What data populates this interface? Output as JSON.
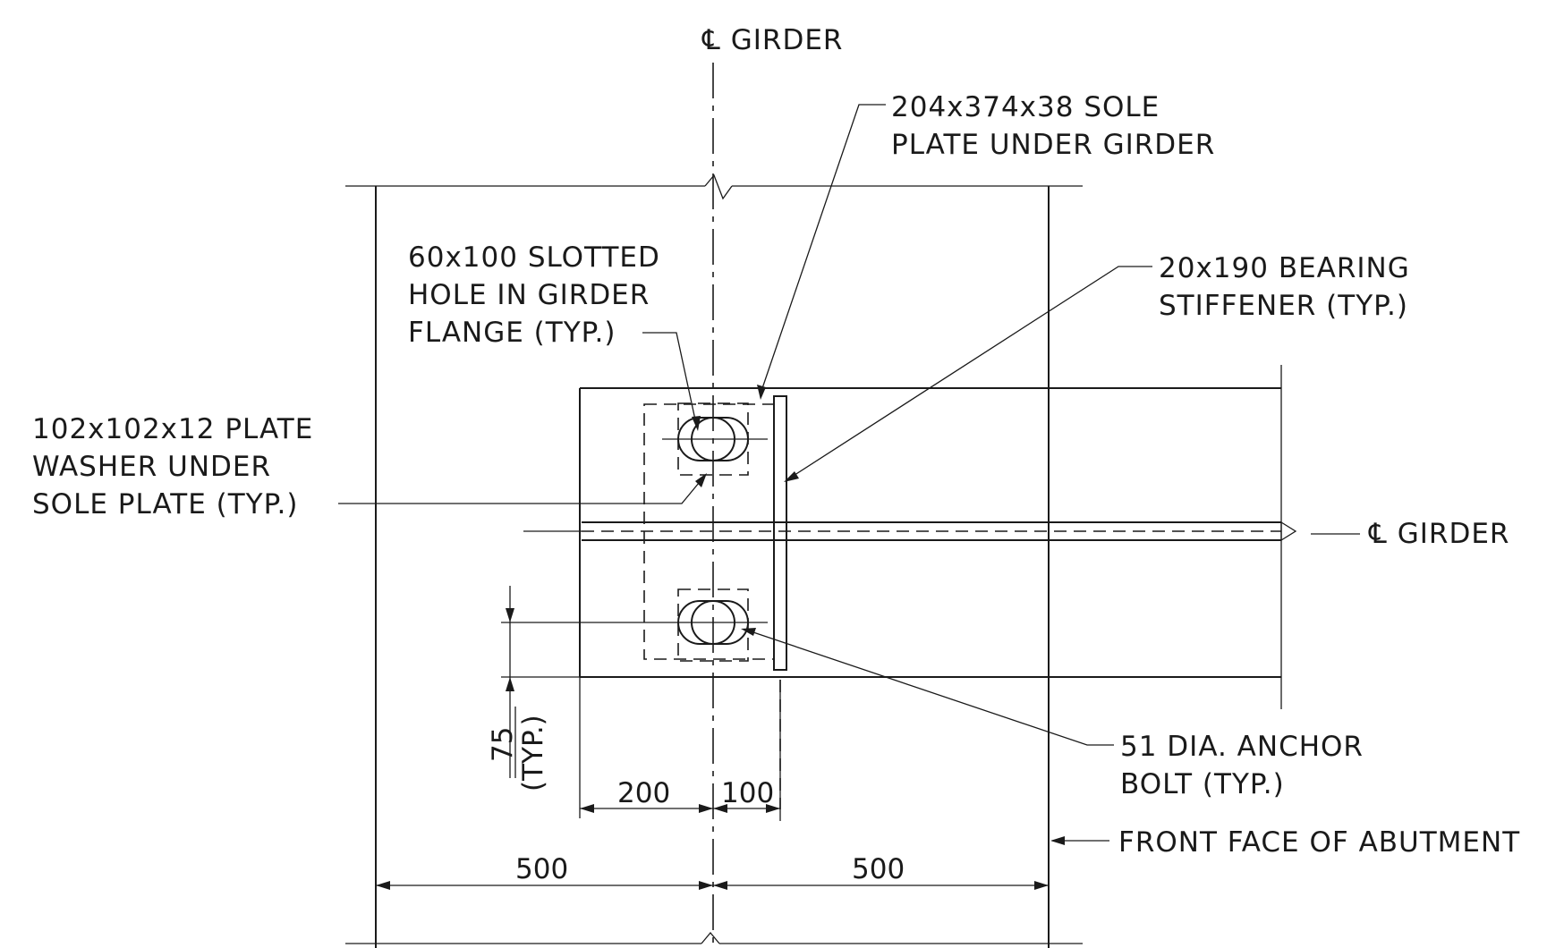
{
  "labels": {
    "girder_cl_top": "℄ GIRDER",
    "sole_plate_1": "204x374x38 SOLE",
    "sole_plate_2": "PLATE UNDER GIRDER",
    "slotted_1": "60x100 SLOTTED",
    "slotted_2": "HOLE IN GIRDER",
    "slotted_3": "FLANGE (TYP.)",
    "stiffener_1": "20x190 BEARING",
    "stiffener_2": "STIFFENER (TYP.)",
    "washer_1": "102x102x12 PLATE",
    "washer_2": "WASHER UNDER",
    "washer_3": "SOLE PLATE (TYP.)",
    "girder_cl_right": "℄ GIRDER",
    "anchor_1": "51 DIA. ANCHOR",
    "anchor_2": "BOLT (TYP.)",
    "front_face": "FRONT FACE OF ABUTMENT"
  },
  "dimensions": {
    "d75": "75",
    "d75_typ": "(TYP.)",
    "d200": "200",
    "d100": "100",
    "d500_left": "500",
    "d500_right": "500"
  }
}
